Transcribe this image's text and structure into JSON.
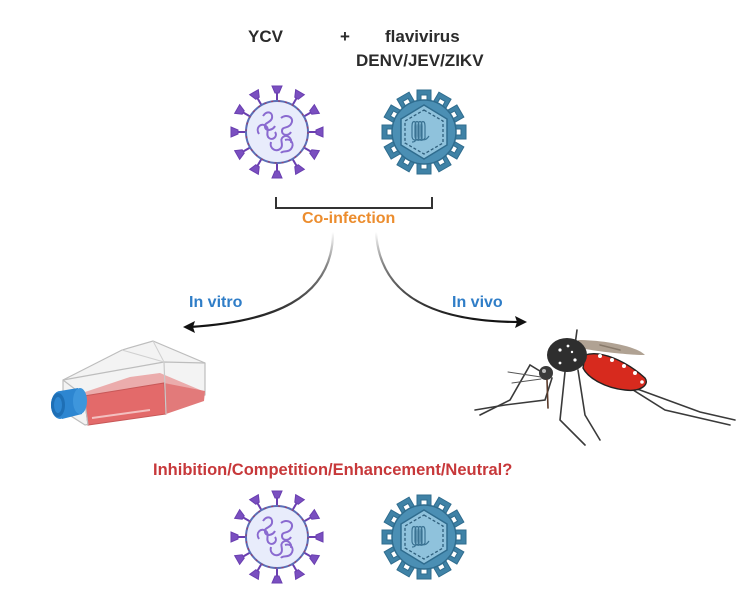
{
  "title": {
    "virus_a": "YCV",
    "operator": "+",
    "virus_b": "flavivirus",
    "virus_b_examples": "DENV/JEV/ZIKV"
  },
  "center_label": "Co-infection",
  "branches": {
    "left": "In vitro",
    "right": "In vivo"
  },
  "outcome_question": "Inhibition/Competition/Enhancement/Neutral?",
  "colors": {
    "text_dark": "#2b2b2b",
    "coinfection": "#ec8d2e",
    "branch": "#2f7dc7",
    "question": "#c7383a",
    "ycv_spike": "#7a4fc0",
    "ycv_body": "#e8ecfb",
    "flavi_shell": "#3f82a6",
    "flavi_body": "#8fc2dc",
    "flask_cap": "#2d86d1",
    "flask_medium": "#e36a6a",
    "mosquito_abdomen": "#d72a1e"
  },
  "icons": {
    "ycv_virus": "ycv-virus-icon",
    "flavivirus": "flavivirus-icon",
    "cell_flask": "cell-culture-flask-icon",
    "mosquito": "mosquito-icon"
  }
}
